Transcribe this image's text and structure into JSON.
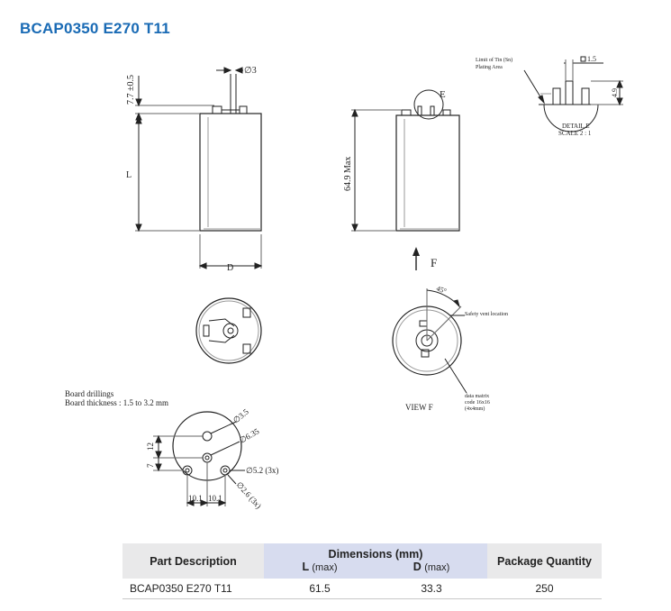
{
  "title": "BCAP0350 E270 T11",
  "drawing": {
    "dim_pin_height": "7.7 ±0.5",
    "dim_pin_dia": "∅3",
    "dim_length": "L",
    "dim_diameter": "D",
    "dim_max_height": "64.9 Max",
    "label_detail_marker": "E",
    "arrow_view_label": "F",
    "tin_limit_line1": "Limit of Tin (Sn)",
    "tin_limit_line2": "Plating Area",
    "detail_dim_width": "1.5",
    "detail_dim_height": "4.9",
    "detail_caption_line1": "DETAIL E",
    "detail_caption_line2": "SCALE 2 : 1",
    "angle_label": "45°",
    "safety_vent_label": "Safety vent location",
    "matrix_line1": "data matrix",
    "matrix_line2": "code 16x16",
    "matrix_line3": "(4x4mm)",
    "view_f_caption": "VIEW F",
    "board_line1": "Board drillings",
    "board_line2": "Board thickness : 1.5 to 3.2 mm",
    "board_dim_35": "∅3.5",
    "board_dim_635": "∅6.35",
    "board_dim_52": "∅5.2 (3x)",
    "board_dim_26": "∅2.6 (3x)",
    "board_dim_12": "12",
    "board_dim_7": "7",
    "board_dim_101a": "10.1",
    "board_dim_101b": "10.1"
  },
  "table": {
    "col_part": "Part Description",
    "col_dimensions": "Dimensions (mm)",
    "col_l": "L",
    "col_d": "D",
    "unit_max": "(max)",
    "col_package": "Package Quantity",
    "row": {
      "part": "BCAP0350 E270 T11",
      "l": "61.5",
      "d": "33.3",
      "qty": "250"
    }
  }
}
